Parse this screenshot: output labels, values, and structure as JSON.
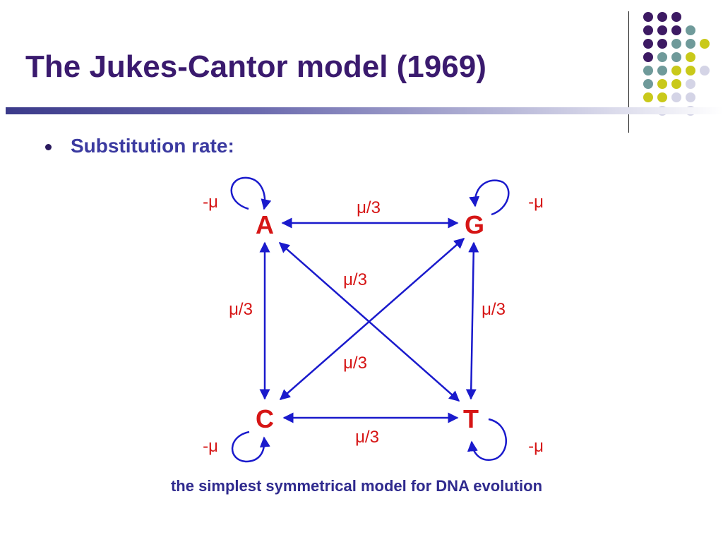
{
  "slide": {
    "title": "The Jukes-Cantor model (1969)",
    "bullet": "Substitution rate:",
    "caption": "the simplest symmetrical model for DNA evolution"
  },
  "diagram": {
    "nodes": {
      "A": "A",
      "G": "G",
      "C": "C",
      "T": "T"
    },
    "edge_labels": {
      "A_G": "μ/3",
      "A_C": "μ/3",
      "G_T": "μ/3",
      "C_T": "μ/3",
      "A_T": "μ/3",
      "G_C": "μ/3"
    },
    "self_loop_labels": {
      "A": "-μ",
      "G": "-μ",
      "C": "-μ",
      "T": "-μ"
    }
  },
  "colors": {
    "title": "#3a1a6e",
    "bullet_text": "#3b3aa0",
    "node_and_label": "#d61515",
    "arrow": "#1a1acc",
    "caption": "#2f2a8e",
    "dot_purple": "#3d1a63",
    "dot_teal": "#6f9a9a",
    "dot_olive": "#c9c91a",
    "dot_lavender": "#d4d4e6"
  }
}
